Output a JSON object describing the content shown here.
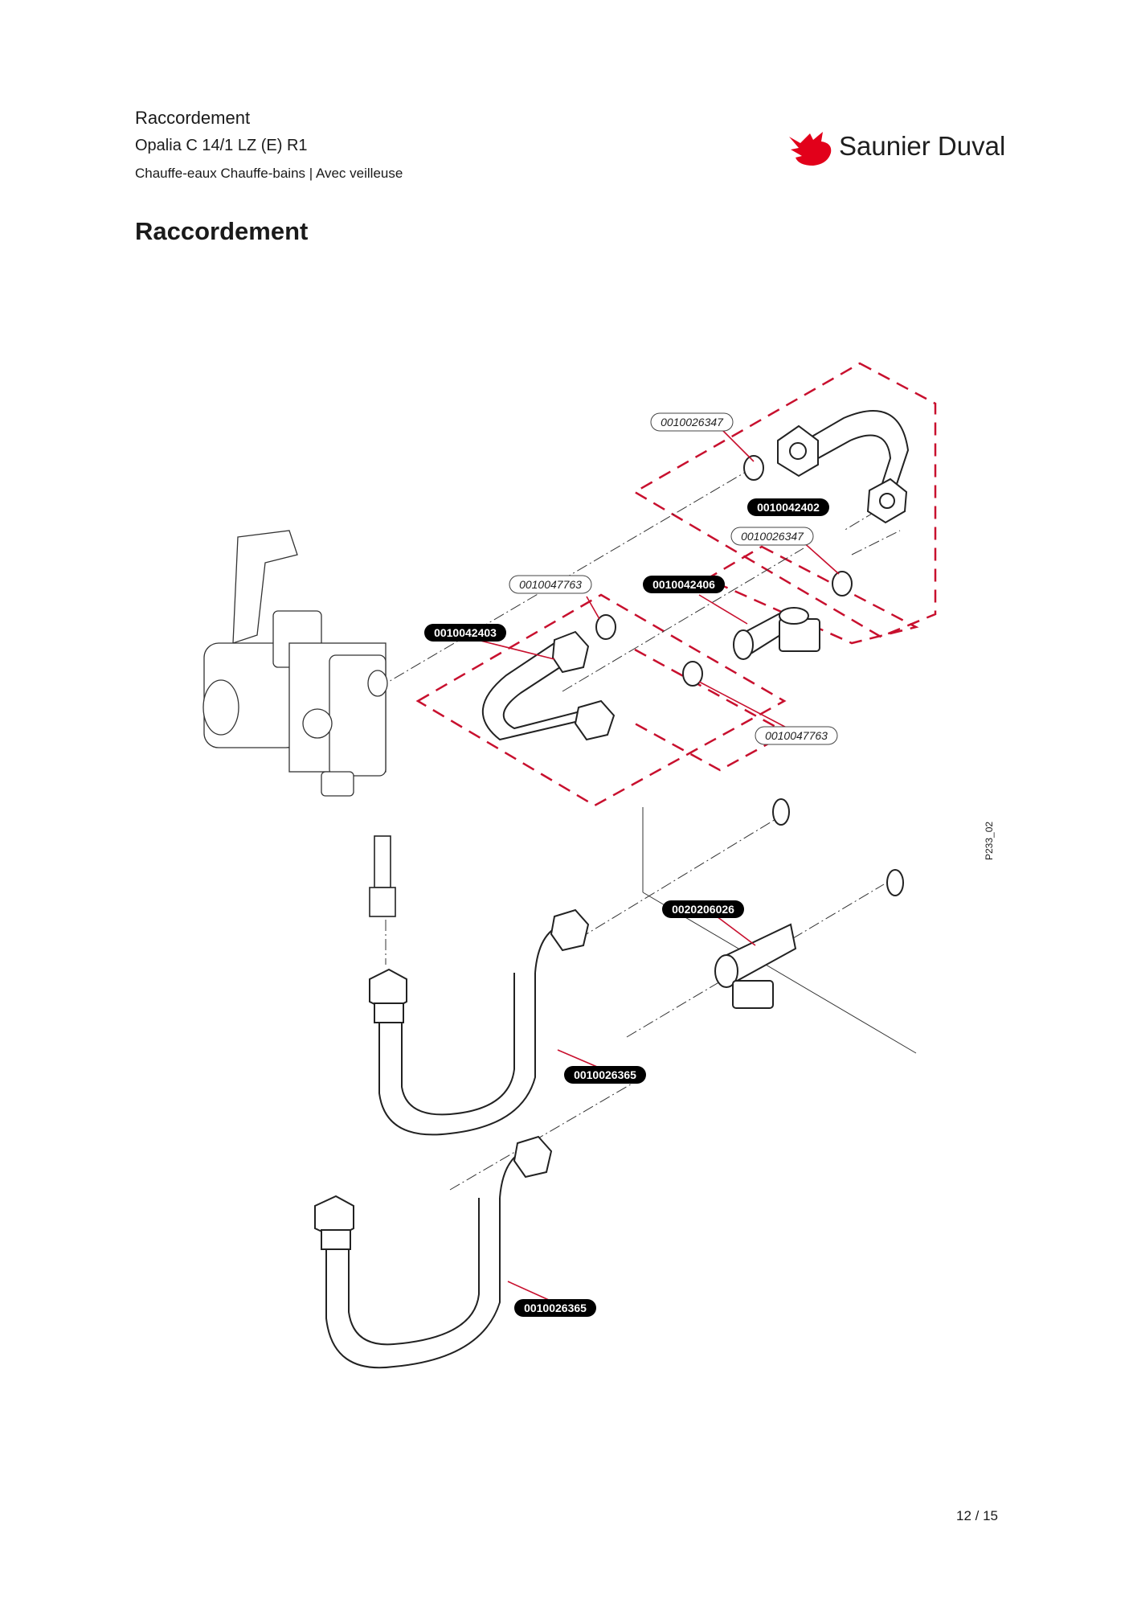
{
  "header": {
    "section": "Raccordement",
    "model": "Opalia C 14/1 LZ (E) R1",
    "category": "Chauffe-eaux Chauffe-bains | Avec veilleuse"
  },
  "page_title": "Raccordement",
  "brand": {
    "name": "Saunier Duval",
    "color": "#e2001a"
  },
  "figure_code": "P233_02",
  "labels": [
    {
      "id": "l1",
      "text": "0010026347",
      "style": "outline"
    },
    {
      "id": "l2",
      "text": "0010042402",
      "style": "filled"
    },
    {
      "id": "l3",
      "text": "0010026347",
      "style": "outline"
    },
    {
      "id": "l4",
      "text": "0010047763",
      "style": "outline"
    },
    {
      "id": "l5",
      "text": "0010042406",
      "style": "filled"
    },
    {
      "id": "l6",
      "text": "0010042403",
      "style": "filled"
    },
    {
      "id": "l7",
      "text": "0010047763",
      "style": "outline"
    },
    {
      "id": "l8",
      "text": "0020206026",
      "style": "filled"
    },
    {
      "id": "l9",
      "text": "0010026365",
      "style": "filled"
    },
    {
      "id": "l10",
      "text": "0010026365",
      "style": "filled"
    }
  ],
  "page_number": "12 / 15",
  "accent_color": "#c8102e"
}
